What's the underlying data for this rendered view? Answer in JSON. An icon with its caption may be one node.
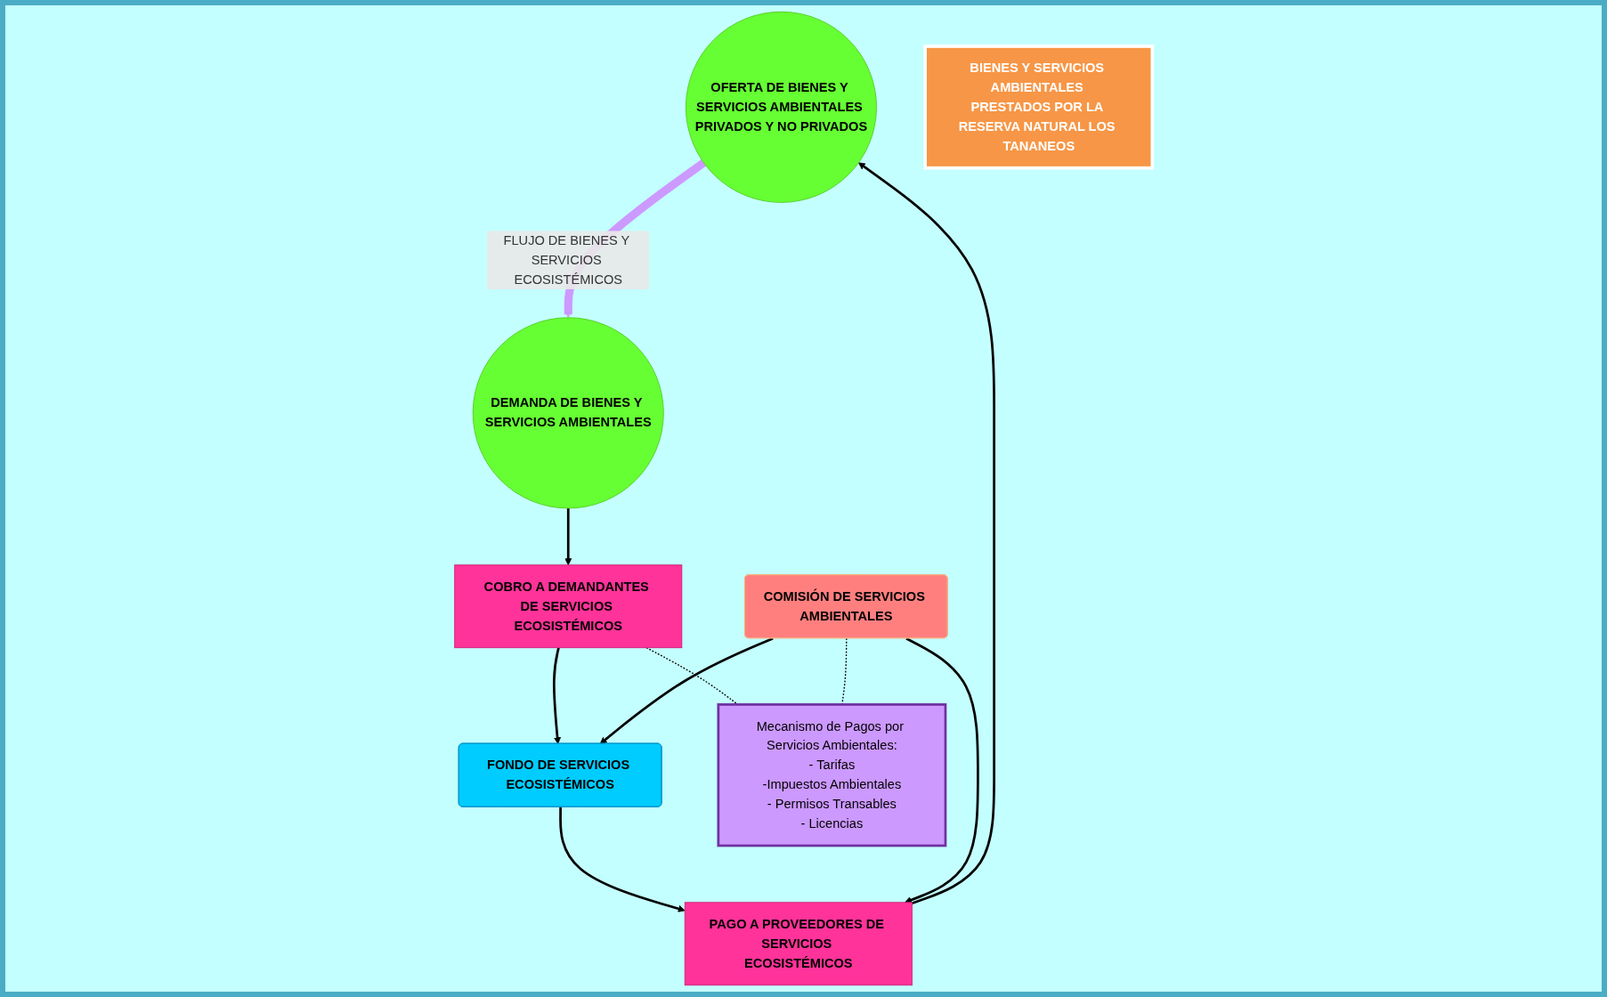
{
  "diagram": {
    "nodes": [
      {
        "text": [
          "OFERTA DE BIENES Y SERVICIOS AMBIENTALES PRIVADOS Y NO PRIVADOS"
        ]
      },
      {
        "text": [
          "BIENES Y SERVICIOS AMBIENTALES PRESTADOS POR LA RESERVA NATURAL LOS TANANEOS"
        ]
      },
      {
        "text": [
          "DEMANDA DE BIENES Y SERVICIOS AMBIENTALES"
        ]
      },
      {
        "text": [
          "PAGO A PROVEEDORES DE SERVICIOS ECOSISTÉMICOS"
        ]
      },
      {
        "text": [
          "FONDO DE SERVICIOS ECOSISTÉMICOS"
        ]
      },
      {
        "text": [
          "COBRO A DEMANDANTES DE SERVICIOS ECOSISTÉMICOS"
        ]
      },
      {
        "text": [
          "Mecanismo de Pagos por Servicios Ambientales:",
          "- Tarifas",
          "-Impuestos Ambientales",
          "- Permisos Transables",
          "- Licencias"
        ]
      },
      {
        "text": [
          "COMISIÓN DE SERVICIOS AMBIENTALES"
        ]
      }
    ],
    "edges": [
      {
        "from": 0,
        "to": 2,
        "arrow": "to",
        "label": "FLUJO DE BIENES Y SERVICIOS ECOSISTÉMICOS",
        "style": "thick",
        "color": "#cc99ff"
      },
      {
        "from": 2,
        "to": 5,
        "arrow": "to"
      },
      {
        "from": 5,
        "to": 4,
        "arrow": "to"
      },
      {
        "from": 4,
        "to": 3,
        "arrow": "to"
      },
      {
        "from": 3,
        "to": 0,
        "arrow": "to"
      },
      {
        "from": 7,
        "to": 3,
        "arrow": "to"
      },
      {
        "from": 7,
        "to": 4,
        "arrow": "to"
      },
      {
        "from": 5,
        "to": 6,
        "arrow": "none",
        "style": "dashed"
      },
      {
        "from": 7,
        "to": 6,
        "arrow": "none",
        "style": "dashed"
      }
    ]
  }
}
